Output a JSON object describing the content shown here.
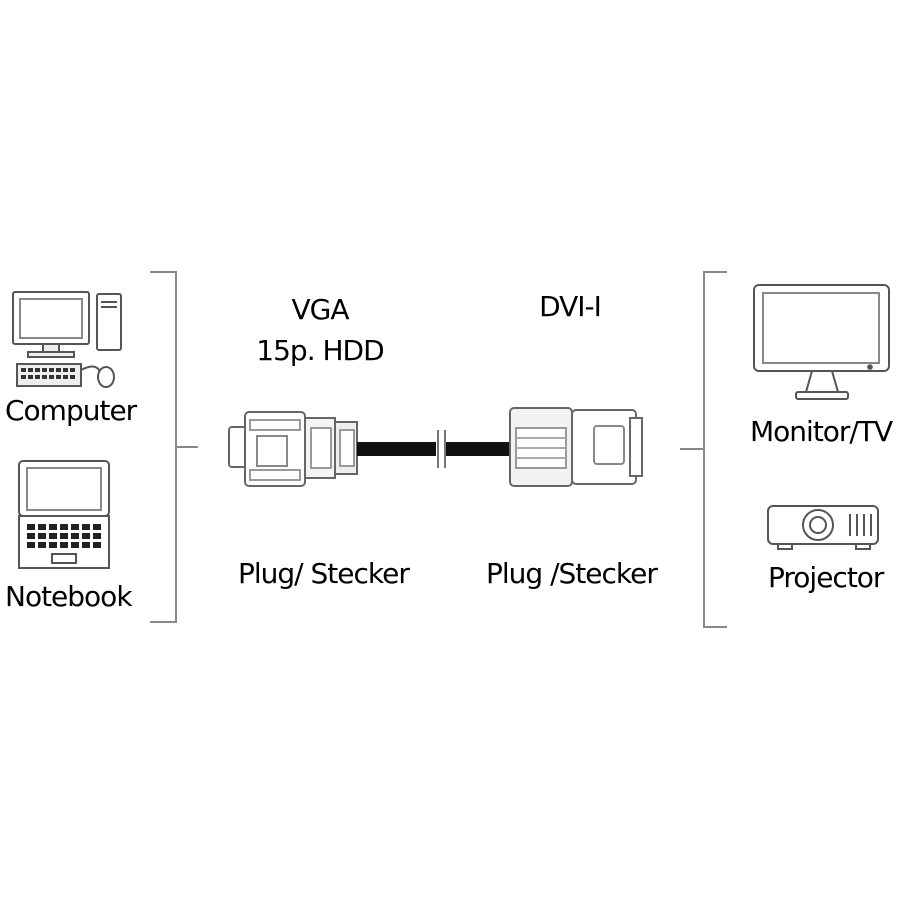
{
  "left_devices": {
    "computer_label": "Computer",
    "notebook_label": "Notebook"
  },
  "cable": {
    "left_connector_name": "VGA",
    "left_connector_detail": "15p. HDD",
    "right_connector_name": "DVI-I",
    "left_plug_label": "Plug/ Stecker",
    "right_plug_label": "Plug /Stecker"
  },
  "right_devices": {
    "monitor_label": "Monitor/TV",
    "projector_label": "Projector"
  }
}
